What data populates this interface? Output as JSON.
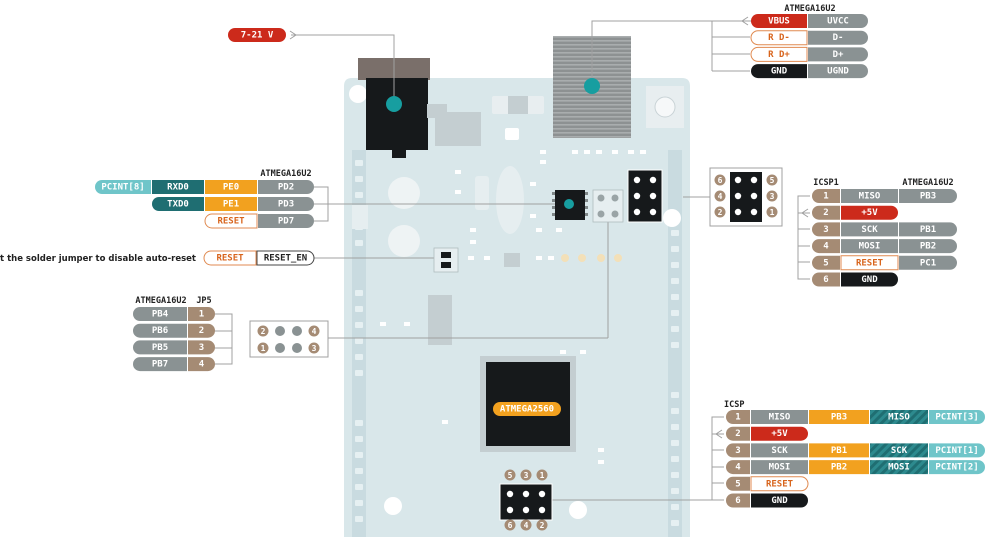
{
  "colors": {
    "board": "#d9e7ea",
    "board_dark": "#c9dbe0",
    "gray": "#8a9293",
    "brown": "#a58b74",
    "red": "#cc2a1b",
    "orange": "#f2a11f",
    "teal": "#1f6e72",
    "teal_light": "#6fc5c9",
    "black": "#16191b",
    "white": "#ffffff",
    "dot": "#179ea0",
    "line": "#a0a0a0"
  },
  "power_label": "7-21 V",
  "usb": {
    "header": "ATMEGA16U2",
    "rows": [
      {
        "a": "VBUS",
        "b": "UVCC",
        "a_style": "red"
      },
      {
        "a": "R D-",
        "b": "D-",
        "a_style": "outline"
      },
      {
        "a": "R D+",
        "b": "D+",
        "a_style": "outline"
      },
      {
        "a": "GND",
        "b": "UGND",
        "a_style": "black"
      }
    ]
  },
  "serial": {
    "header": "ATMEGA16U2",
    "rows": [
      {
        "ext": "PCINT[8]",
        "sig": "RXD0",
        "pe": "PE0",
        "pd": "PD2"
      },
      {
        "ext": "",
        "sig": "TXD0",
        "pe": "PE1",
        "pd": "PD3"
      },
      {
        "ext": "",
        "sig": "",
        "pe": "RESET",
        "pd": "PD7"
      }
    ]
  },
  "jumper": {
    "note": "Cut the solder jumper to disable auto-reset",
    "reset": "RESET",
    "en": "RESET_EN"
  },
  "jp5": {
    "header_a": "ATMEGA16U2",
    "header_b": "JP5",
    "rows": [
      {
        "pin": "PB4",
        "num": "1"
      },
      {
        "pin": "PB6",
        "num": "2"
      },
      {
        "pin": "PB5",
        "num": "3"
      },
      {
        "pin": "PB7",
        "num": "4"
      }
    ],
    "top_nums": [
      "2",
      "4"
    ],
    "bottom_nums": [
      "1",
      "3"
    ]
  },
  "icsp1": {
    "header_a": "ICSP1",
    "header_b": "ATMEGA16U2",
    "rows": [
      {
        "num": "1",
        "name": "MISO",
        "port": "PB3",
        "name_style": "gray"
      },
      {
        "num": "2",
        "name": "+5V",
        "port": "",
        "name_style": "red"
      },
      {
        "num": "3",
        "name": "SCK",
        "port": "PB1",
        "name_style": "gray"
      },
      {
        "num": "4",
        "name": "MOSI",
        "port": "PB2",
        "name_style": "gray"
      },
      {
        "num": "5",
        "name": "RESET",
        "port": "PC1",
        "name_style": "outline"
      },
      {
        "num": "6",
        "name": "GND",
        "port": "",
        "name_style": "black"
      }
    ],
    "left_nums": [
      "6",
      "4",
      "2"
    ],
    "right_nums": [
      "5",
      "3",
      "1"
    ]
  },
  "icsp": {
    "header": "ICSP",
    "rows": [
      {
        "num": "1",
        "name": "MISO",
        "port": "PB3",
        "alt": "MISO",
        "pcint": "PCINT[3]",
        "name_style": "gray"
      },
      {
        "num": "2",
        "name": "+5V",
        "port": "",
        "alt": "",
        "pcint": "",
        "name_style": "red"
      },
      {
        "num": "3",
        "name": "SCK",
        "port": "PB1",
        "alt": "SCK",
        "pcint": "PCINT[1]",
        "name_style": "gray"
      },
      {
        "num": "4",
        "name": "MOSI",
        "port": "PB2",
        "alt": "MOSI",
        "pcint": "PCINT[2]",
        "name_style": "gray"
      },
      {
        "num": "5",
        "name": "RESET",
        "port": "",
        "alt": "",
        "pcint": "",
        "name_style": "outline"
      },
      {
        "num": "6",
        "name": "GND",
        "port": "",
        "alt": "",
        "pcint": "",
        "name_style": "black"
      }
    ],
    "top_nums": [
      "5",
      "3",
      "1"
    ],
    "bottom_nums": [
      "6",
      "4",
      "2"
    ]
  },
  "chip_label": "ATMEGA2560"
}
